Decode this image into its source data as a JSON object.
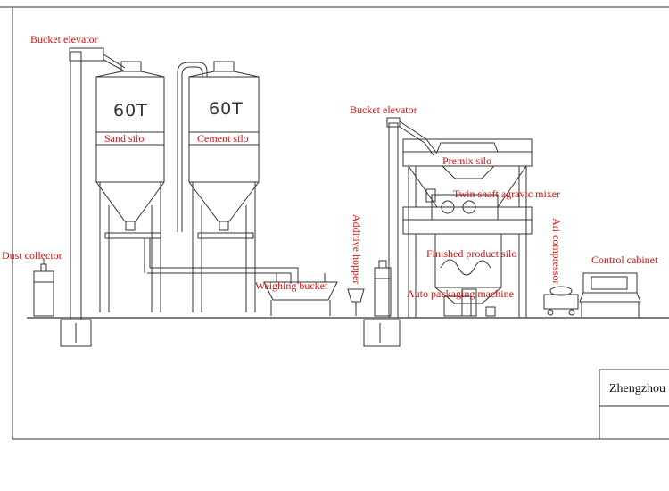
{
  "labels": {
    "bucket_elevator_left": "Bucket elevator",
    "sand_silo": "Sand silo",
    "cement_silo": "Cement silo",
    "dust_collector": "Dust collector",
    "weighing_bucket": "Weighing bucket",
    "additive_hopper": "Additive hopper",
    "bucket_elevator_right": "Bucket elevator",
    "premix_silo": "Premix silo",
    "twin_shaft_mixer": "Twin shaft agravic mixer",
    "finished_product_silo": "Finished product silo",
    "auto_packaging_machine": "Auto packaging machine",
    "air_compressor": "Ari compressor",
    "control_cabinet": "Control cabinet"
  },
  "silo_capacity": {
    "sand": "60T",
    "cement": "60T"
  },
  "title_block": {
    "company": "Zhengzhou"
  },
  "colors": {
    "label": "#d41010",
    "line": "#333333"
  }
}
